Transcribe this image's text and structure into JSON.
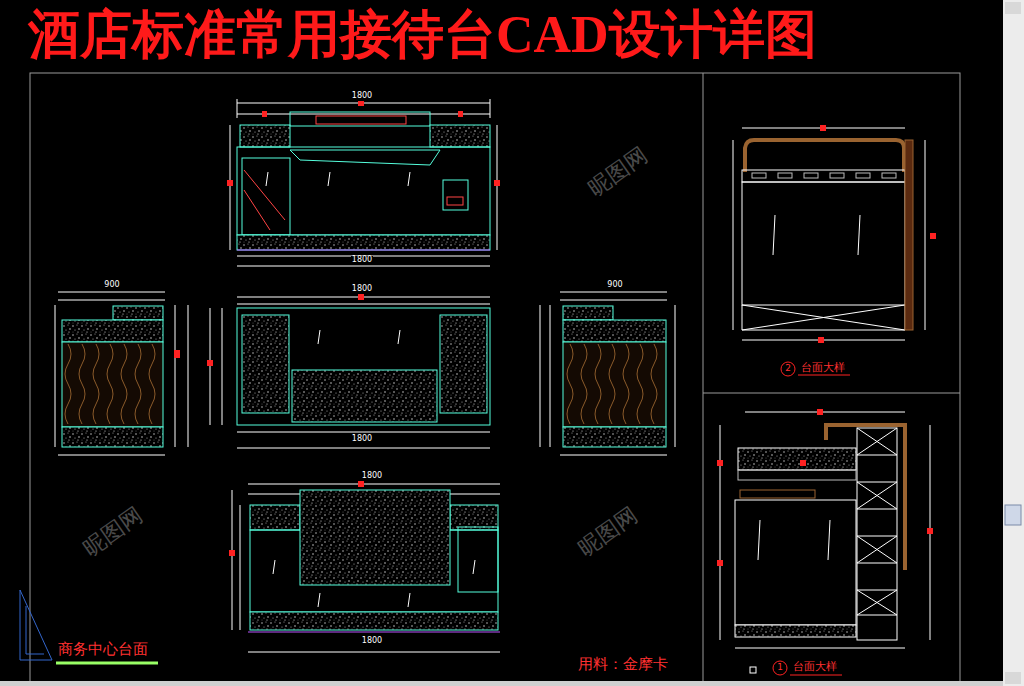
{
  "diagram": {
    "title": "酒店标准常用接待台CAD设计详图",
    "labels": [
      "商务中心台面",
      "用料：金摩卡",
      "2",
      "台面大样",
      "1",
      "台面大样",
      "1800",
      "1800",
      "1800",
      "1800",
      "900",
      "900",
      "1800",
      "1800",
      "昵图网",
      "昵图网",
      "昵图网"
    ]
  }
}
